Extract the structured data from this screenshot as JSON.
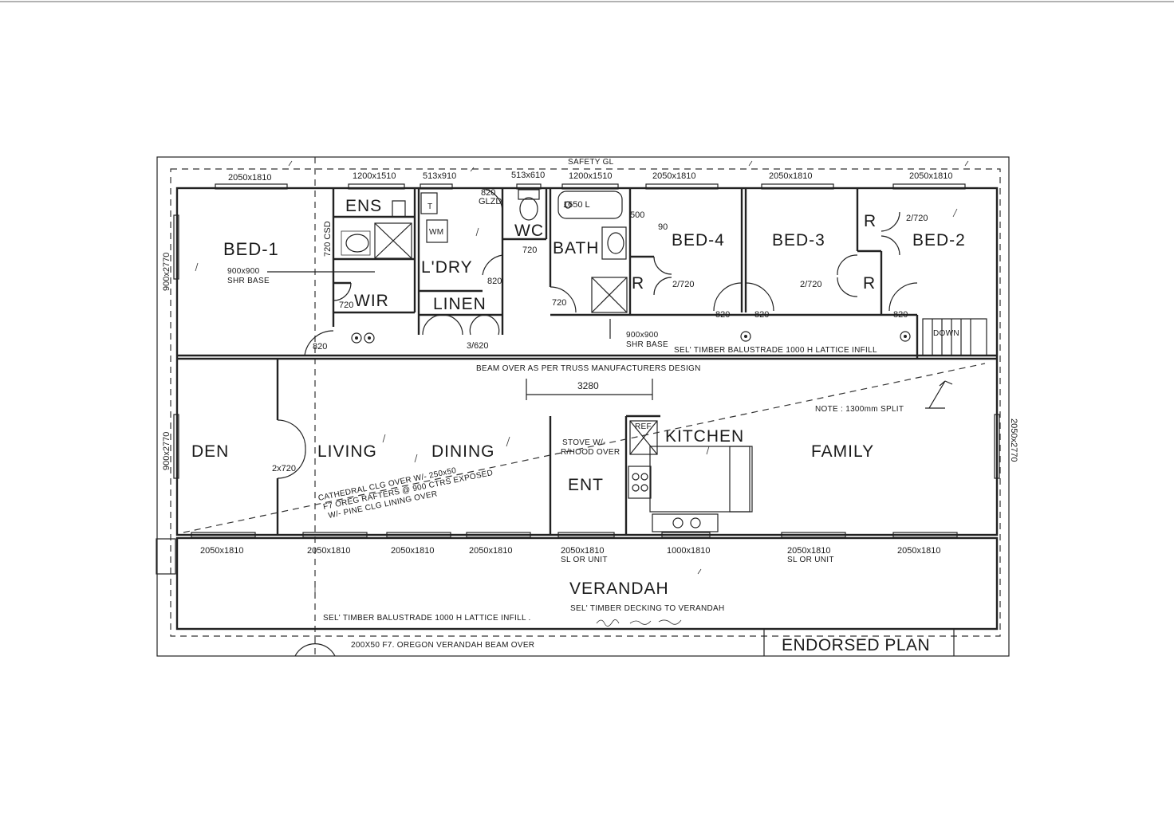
{
  "rooms": {
    "bed1": "BED-1",
    "ens": "ENS",
    "ldry": "L'DRY",
    "wir": "WIR",
    "linen": "LINEN",
    "wc": "WC",
    "bath": "BATH",
    "bed4": "BED-4",
    "bed3": "BED-3",
    "bed2": "BED-2",
    "den": "DEN",
    "living": "LIVING",
    "dining": "DINING",
    "kitchen": "KITCHEN",
    "family": "FAMILY",
    "ent": "ENT",
    "verandah": "VERANDAH",
    "robe_a": "R",
    "robe_b": "R",
    "robe_c": "R"
  },
  "top_windows": [
    "2050x1810",
    "1200x1510",
    "513x910",
    "513x610",
    "1200x1510",
    "2050x1810",
    "2050x1810",
    "2050x1810"
  ],
  "bottom_windows": [
    "2050x1810",
    "2050x1810",
    "2050x1810",
    "2050x1810",
    "2050x1810",
    "1000x1810",
    "2050x1810",
    "2050x1810"
  ],
  "bottom_window_notes": [
    "SL OR UNIT",
    "SL OR UNIT"
  ],
  "side_windows": [
    "900x2770",
    "900x2770",
    "2050x2770"
  ],
  "doors": {
    "d720csd": "720 CSD",
    "d820glzd_a": "820",
    "d820glzd_b": "GLZD",
    "d720_wc": "720",
    "d820_ldry": "820",
    "d720_wir": "720",
    "d820_entry": "820",
    "d3_620": "3/620",
    "d720_bath": "720",
    "d500": "500",
    "d90": "90",
    "d2_720_b4": "2/720",
    "d820_b4": "820",
    "d820_b3": "820",
    "d2_720_b3": "2/720",
    "d2_720_b2": "2/720",
    "d820_b2": "820",
    "d2x720": "2x720",
    "bath_1650": "1650 L"
  },
  "notes": {
    "safety_gl": "SAFETY GL",
    "shr_base_a": "900x900",
    "shr_base_b": "SHR BASE",
    "shr_base2_a": "900x900",
    "shr_base2_b": "SHR BASE",
    "balustrade_top": "SEL' TIMBER BALUSTRADE 1000 H LATTICE INFILL",
    "beam_over": "BEAM OVER AS PER TRUSS MANUFACTURERS DESIGN",
    "span": "3280",
    "split": "NOTE : 1300mm SPLIT",
    "down": "DOWN",
    "stove_a": "STOVE W/-",
    "stove_b": "R/HOOD OVER",
    "ref": "REF",
    "wm": "WM",
    "t": "T",
    "cathedral_1": "CATHEDRAL CLG OVER W/- 250x50",
    "cathedral_2": "F7 OREG RAFTERS @ 900 CTRS EXPOSED",
    "cathedral_3": "W/- PINE CLG LINING OVER",
    "balustrade_bottom": "SEL' TIMBER BALUSTRADE 1000 H LATTICE INFILL .",
    "decking": "SEL' TIMBER DECKING TO VERANDAH",
    "beam_oregon": "200X50 F7. OREGON VERANDAH BEAM OVER",
    "endorsed": "ENDORSED PLAN"
  }
}
